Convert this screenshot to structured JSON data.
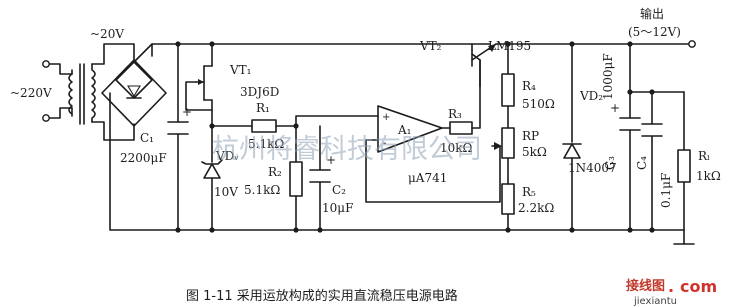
{
  "labels": {
    "v_in": "~220V",
    "v_sec": "~20V",
    "vt1": "VT₁",
    "vt1_part": "3DJ6D",
    "vt2": "VT₂",
    "vt2_part": "LM195",
    "c1": "C₁",
    "c1_val": "2200μF",
    "r1": "R₁",
    "r1_val": "5.1kΩ",
    "vdw": "VDᵥ",
    "vdw_val": "10V",
    "r2": "R₂",
    "r2_val": "5.1kΩ",
    "c2": "C₂",
    "c2_val": "10μF",
    "a1": "A₁",
    "a1_part": "μA741",
    "r3": "R₃",
    "r3_val": "10kΩ",
    "r4": "R₄",
    "r4_val": "510Ω",
    "rp": "RP",
    "rp_val": "5kΩ",
    "r5": "R₅",
    "r5_val": "2.2kΩ",
    "vd2": "VD₂",
    "vd2_part": "1N4007",
    "c3": "C₃",
    "c3_val": "1000μF",
    "c4": "C₄",
    "c4_val": "0.1μF",
    "rl": "Rₗ",
    "rl_val": "1kΩ",
    "out_label": "输出",
    "out_range": "(5～12V)",
    "plus": "+"
  },
  "watermark": "杭州将睿科技有限公司",
  "caption": "图 1-11   采用运放构成的实用直流稳压电源电路",
  "logo": {
    "cn": "接线图",
    "dot": ".",
    "com": "com",
    "domain": "jiexiantu"
  }
}
